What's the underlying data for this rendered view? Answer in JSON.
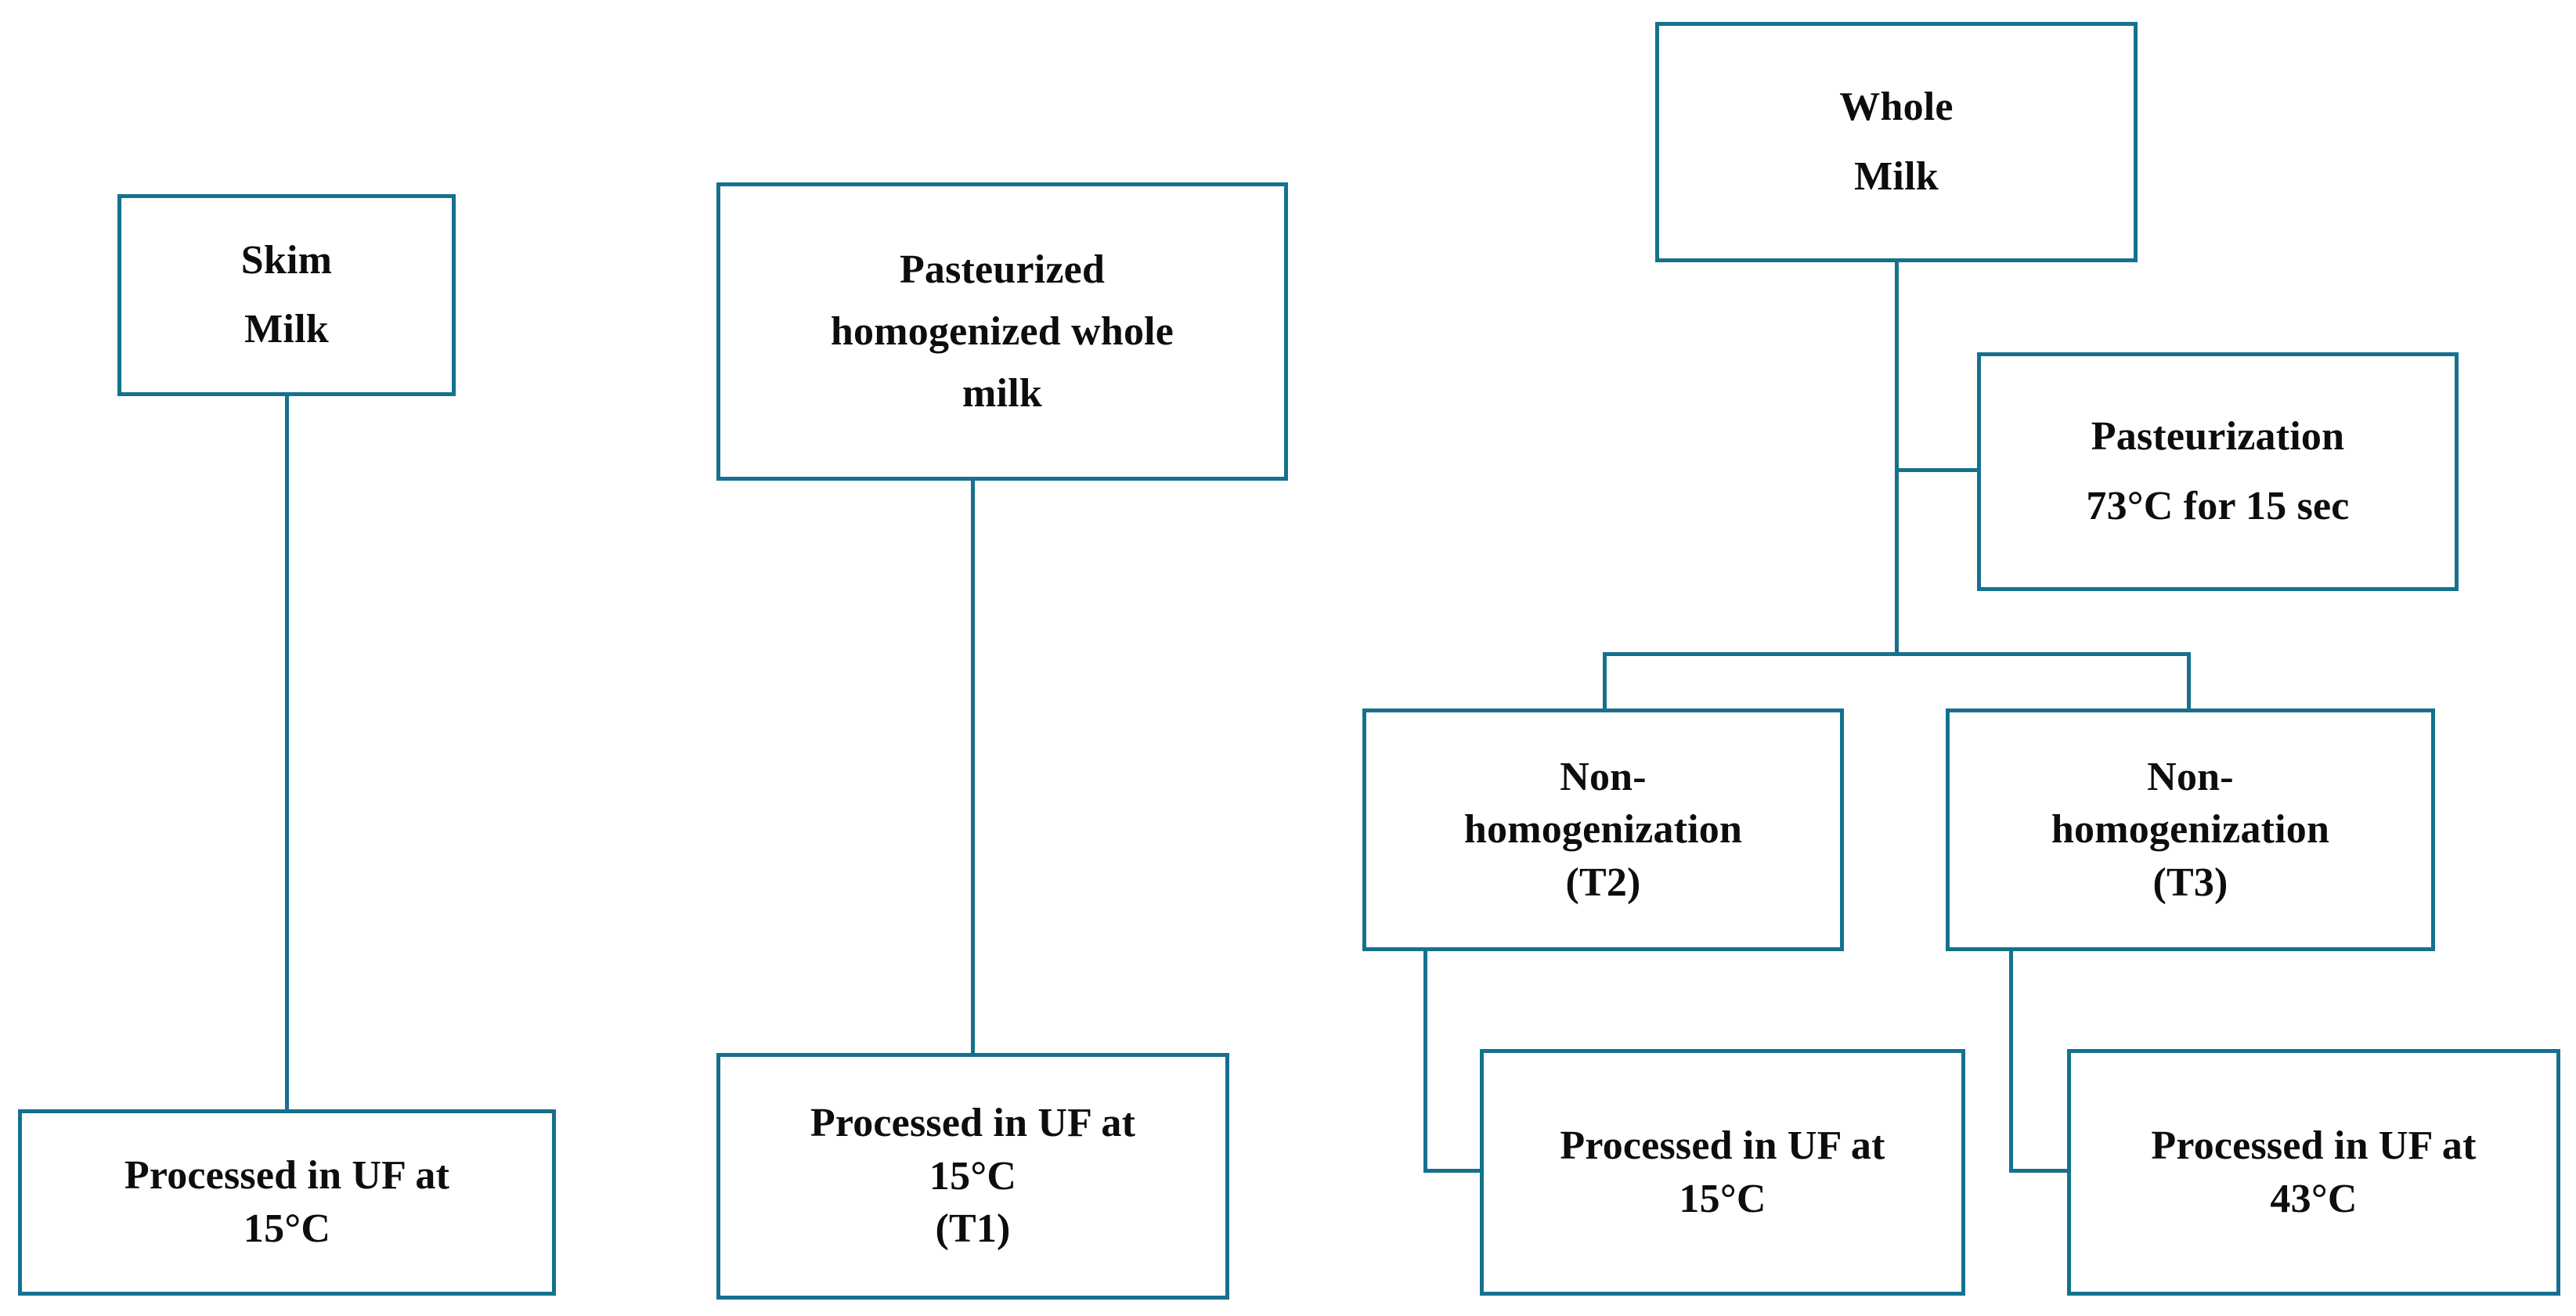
{
  "figure": {
    "type": "process-flowchart",
    "accent_color": "#16718F",
    "text_color": "#0d0d0d",
    "background_color": "#ffffff"
  },
  "nodes": {
    "skim_milk": {
      "line1": "Skim",
      "line2": "Milk"
    },
    "skim_uf": {
      "line1": "Processed in UF at",
      "line2": "15°C"
    },
    "past_hom": {
      "line1": "Pasteurized",
      "line2": "homogenized whole",
      "line3": "milk"
    },
    "t1_uf": {
      "line1": "Processed in UF at",
      "line2": "15°C",
      "line3": "(T1)"
    },
    "whole_milk": {
      "line1": "Whole",
      "line2": "Milk"
    },
    "pasteurization": {
      "line1": "Pasteurization",
      "line2": "73°C for 15 sec"
    },
    "nonhomo_t2": {
      "line1": "Non-",
      "line2": "homogenization",
      "line3": "(T2)"
    },
    "nonhomo_t3": {
      "line1": "Non-",
      "line2": "homogenization",
      "line3": "(T3)"
    },
    "t2_uf": {
      "line1": "Processed in UF at",
      "line2": "15°C"
    },
    "t3_uf": {
      "line1": "Processed in UF at",
      "line2": "43°C"
    }
  },
  "chart_data": {
    "type": "flowchart",
    "title": "",
    "branches": [
      {
        "name": "Skim milk branch",
        "steps": [
          "Skim Milk",
          "Processed in UF at 15°C"
        ]
      },
      {
        "name": "Pasteurized homogenized whole milk branch",
        "steps": [
          "Pasteurized homogenized whole milk",
          "Processed in UF at 15°C (T1)"
        ]
      },
      {
        "name": "Whole milk branch",
        "steps": [
          "Whole Milk",
          "Pasteurization 73°C for 15 sec"
        ],
        "children": [
          {
            "steps": [
              "Non-homogenization (T2)",
              "Processed in UF at 15°C"
            ]
          },
          {
            "steps": [
              "Non-homogenization (T3)",
              "Processed in UF at 43°C"
            ]
          }
        ]
      }
    ],
    "treatments": [
      "T1",
      "T2",
      "T3"
    ],
    "temperatures": [
      "15°C",
      "43°C",
      "73°C"
    ],
    "pasteurization_hold_time": "15 sec"
  }
}
